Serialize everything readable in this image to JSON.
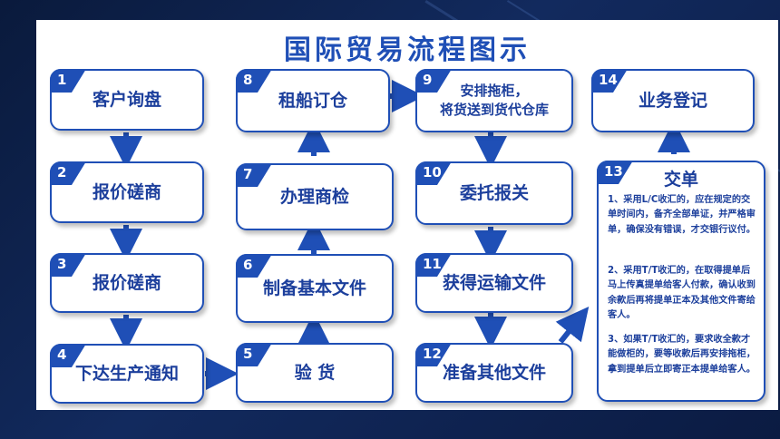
{
  "title": "国际贸易流程图示",
  "steps": [
    {
      "num": "1",
      "label": "客户询盘"
    },
    {
      "num": "2",
      "label": "报价磋商"
    },
    {
      "num": "3",
      "label": "报价磋商"
    },
    {
      "num": "4",
      "label": "下达生产通知"
    },
    {
      "num": "5",
      "label": "验 货"
    },
    {
      "num": "6",
      "label": "制备基本文件"
    },
    {
      "num": "7",
      "label": "办理商检"
    },
    {
      "num": "8",
      "label": "租船订仓"
    },
    {
      "num": "9",
      "label_line1": "安排拖柜，",
      "label_line2": "将货送到货代仓库"
    },
    {
      "num": "10",
      "label": "委托报关"
    },
    {
      "num": "11",
      "label": "获得运输文件"
    },
    {
      "num": "12",
      "label": "准备其他文件"
    },
    {
      "num": "13",
      "label": "交单"
    },
    {
      "num": "14",
      "label": "业务登记"
    }
  ],
  "detail": {
    "p1": "1、采用L/C收汇的，应在规定的交单时间内，备齐全部单证，并严格审单，确保没有错误，才交银行议付。",
    "p2": "2、采用T/T收汇的，在取得提单后马上传真提单给客人付款，确认收到余款后再将提单正本及其他文件寄给客人。",
    "p3": "3、如果T/T收汇的，要求收全款才能做柜的，要等收款后再安排拖柜，拿到提单后立即寄正本提单给客人。"
  },
  "colors": {
    "primary": "#1f4fb6",
    "text": "#1c3f9c",
    "background": "#0a1a3c"
  }
}
